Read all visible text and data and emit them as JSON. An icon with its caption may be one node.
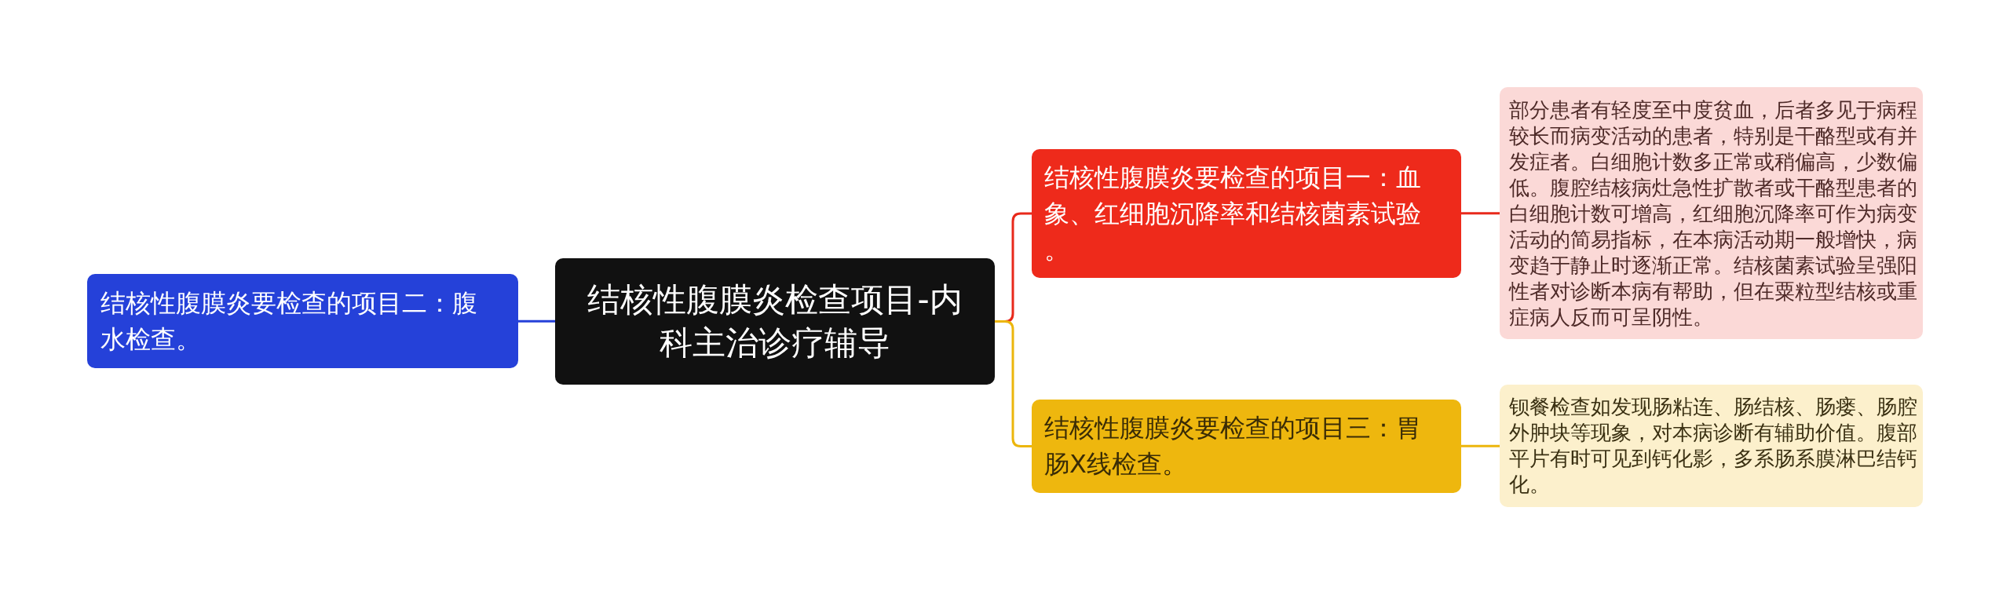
{
  "diagram": {
    "nodes": [
      {
        "text": [
          "结核性腹膜炎要检查的项目二：腹水检查。"
        ]
      },
      {
        "text": [
          "结核性腹膜炎检查项目-内科主治诊疗辅导"
        ]
      },
      {
        "text": [
          "结核性腹膜炎要检查的项目一：血象、红细胞沉降率和结核菌素试验。"
        ]
      },
      {
        "text": [
          "部分患者有轻度至中度贫血，后者多见于病程较长而病变活动的患者，特别是干酪型或有并发症者。白细胞计数多正常或稍偏高，少数偏低。腹腔结核病灶急性扩散者或干酪型患者的白细胞计数可增高，红细胞沉降率可作为病变活动的简易指标，在本病活动期一般增快，病变趋于静止时逐渐正常。结核菌素试验呈强阳性者对诊断本病有帮助，但在粟粒型结核或重症病人反而可呈阴性。"
        ]
      },
      {
        "text": [
          "结核性腹膜炎要检查的项目三：胃肠X线检查。"
        ]
      },
      {
        "text": [
          "钡餐检查如发现肠粘连、肠结核、肠瘘、肠腔外肿块等现象，对本病诊断有辅助价值。腹部平片有时可见到钙化影，多系肠系膜淋巴结钙化。"
        ]
      }
    ],
    "edges": [
      {
        "from": 1,
        "to": 0,
        "arrow": "none",
        "color": "#2541d9"
      },
      {
        "from": 1,
        "to": 2,
        "arrow": "none",
        "color": "#e8291b"
      },
      {
        "from": 2,
        "to": 3,
        "arrow": "none",
        "color": "#e8291b"
      },
      {
        "from": 1,
        "to": 4,
        "arrow": "none",
        "color": "#ecb60c"
      },
      {
        "from": 4,
        "to": 5,
        "arrow": "none",
        "color": "#ecb60c"
      }
    ]
  }
}
